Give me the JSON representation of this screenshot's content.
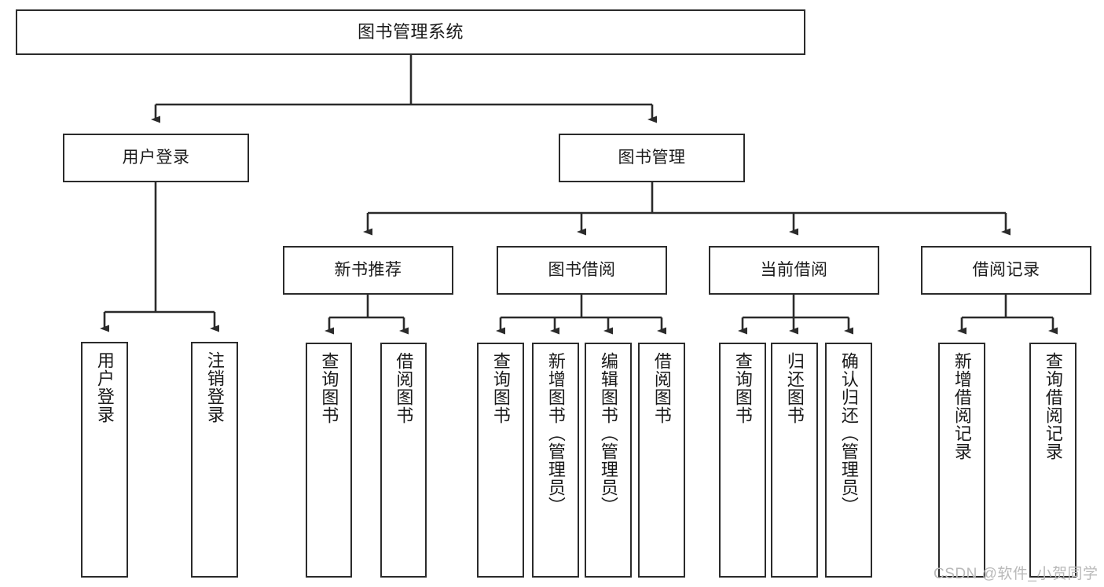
{
  "diagram": {
    "type": "tree",
    "title": "图书管理系统",
    "root": {
      "id": "root",
      "label": "图书管理系统"
    },
    "level1": [
      {
        "id": "user-login",
        "label": "用户登录"
      },
      {
        "id": "book-manage",
        "label": "图书管理"
      }
    ],
    "level2": [
      {
        "id": "new-book-recommend",
        "label": "新书推荐",
        "parent": "book-manage"
      },
      {
        "id": "book-borrow",
        "label": "图书借阅",
        "parent": "book-manage"
      },
      {
        "id": "current-borrow",
        "label": "当前借阅",
        "parent": "book-manage"
      },
      {
        "id": "borrow-record",
        "label": "借阅记录",
        "parent": "book-manage"
      }
    ],
    "leaves": [
      {
        "id": "leaf-user-login",
        "label": "用户登录",
        "parent": "user-login"
      },
      {
        "id": "leaf-logout",
        "label": "注销登录",
        "parent": "user-login"
      },
      {
        "id": "leaf-query-book-1",
        "label": "查询图书",
        "parent": "new-book-recommend"
      },
      {
        "id": "leaf-borrow-book-1",
        "label": "借阅图书",
        "parent": "new-book-recommend"
      },
      {
        "id": "leaf-query-book-2",
        "label": "查询图书",
        "parent": "book-borrow"
      },
      {
        "id": "leaf-add-book",
        "label": "新增图书（管理员）",
        "parent": "book-borrow"
      },
      {
        "id": "leaf-edit-book",
        "label": "编辑图书（管理员）",
        "parent": "book-borrow"
      },
      {
        "id": "leaf-borrow-book-2",
        "label": "借阅图书",
        "parent": "book-borrow"
      },
      {
        "id": "leaf-query-book-3",
        "label": "查询图书",
        "parent": "current-borrow"
      },
      {
        "id": "leaf-return-book",
        "label": "归还图书",
        "parent": "current-borrow"
      },
      {
        "id": "leaf-confirm-return",
        "label": "确认归还（管理员）",
        "parent": "current-borrow"
      },
      {
        "id": "leaf-add-record",
        "label": "新增借阅记录",
        "parent": "borrow-record"
      },
      {
        "id": "leaf-query-record",
        "label": "查询借阅记录",
        "parent": "borrow-record"
      }
    ]
  },
  "watermark": {
    "text": "CSDN @软件_小贺同学"
  },
  "colors": {
    "stroke": "#2b2b2b",
    "fill": "#ffffff",
    "text": "#1a1a1a",
    "watermark": "#b9b9b9"
  }
}
